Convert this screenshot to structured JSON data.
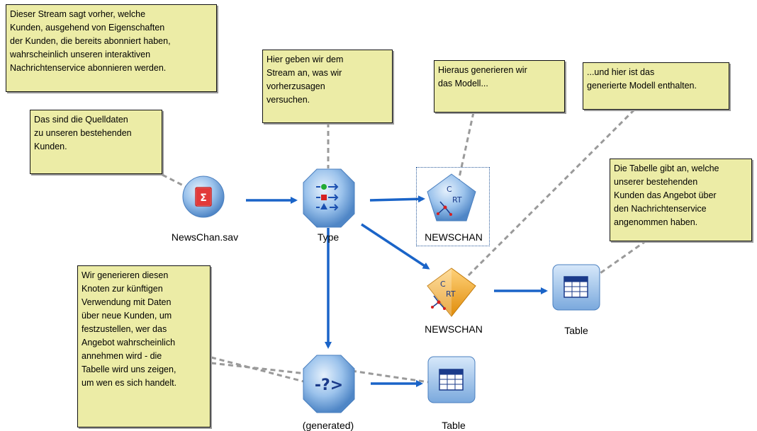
{
  "notes": {
    "intro": "Dieser Stream sagt vorher, welche\nKunden, ausgehend von Eigenschaften\nder Kunden, die bereits abonniert haben,\nwahrscheinlich unseren interaktiven\nNachrichtenservice abonnieren werden.",
    "source": "Das sind die Quelldaten\nzu unseren bestehenden\nKunden.",
    "type": "Hier geben wir dem\nStream an, was wir\nvorherzusagen\nversuchen.",
    "model_build": "Hieraus generieren wir\ndas Modell...",
    "model_result": "...und hier ist das\ngenerierte Modell enthalten.",
    "table_note": "Die Tabelle gibt an, welche\nunserer bestehenden\nKunden das Angebot über\nden Nachrichtenservice\nangenommen haben.",
    "generated_note": "Wir generieren diesen\nKnoten zur künftigen\nVerwendung mit Daten\nüber neue Kunden, um\nfestzustellen, wer das\nAngebot wahrscheinlich\nannehmen wird - die\nTabelle wird uns zeigen,\num wen es sich handelt."
  },
  "nodes": {
    "source": "NewsChan.sav",
    "type": "Type",
    "model_builder": "NEWSCHAN",
    "model_nugget": "NEWSCHAN",
    "table_right": "Table",
    "generated": "(generated)",
    "table_bottom": "Table"
  },
  "icon_glyphs": {
    "sigma": "Σ",
    "c": "C",
    "rt": "RT",
    "question_arrow": "-?>"
  },
  "colors": {
    "note_bg": "#ececa6",
    "arrow": "#1a64c8",
    "dashed": "#999999",
    "node_blue": "#6b9fd6",
    "node_gold": "#f0a81e"
  }
}
